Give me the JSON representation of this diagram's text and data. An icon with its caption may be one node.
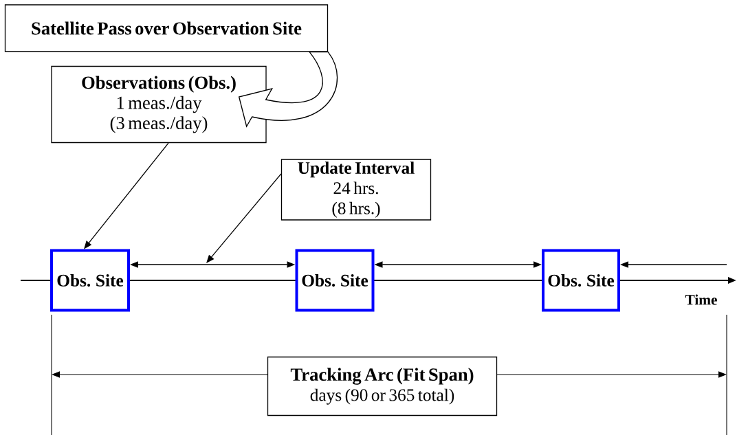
{
  "diagram": {
    "nodes": [
      {
        "text": [
          "Satellite Pass over Observation Site"
        ]
      },
      {
        "text": [
          "Observations (Obs.)",
          "1 meas./day",
          "(3 meas./day)"
        ]
      },
      {
        "text": [
          "Update Interval",
          "24 hrs.",
          "(8 hrs.)"
        ]
      },
      {
        "text": [
          "Obs. Site"
        ]
      },
      {
        "text": [
          "Obs. Site"
        ]
      },
      {
        "text": [
          "Obs. Site"
        ]
      },
      {
        "text": [
          "Tracking Arc (Fit Span)",
          "days (90 or 365 total)"
        ]
      }
    ],
    "edges": [
      {
        "from": 0,
        "to": 1,
        "arrow": "to",
        "style": "thick"
      },
      {
        "from": 1,
        "to": 3,
        "arrow": "to"
      },
      {
        "from": 2,
        "to": null,
        "arrow": "to"
      },
      {
        "from": 3,
        "to": 4,
        "arrow": "both"
      },
      {
        "from": 4,
        "to": 5,
        "arrow": "both"
      },
      {
        "from": null,
        "to": 5,
        "arrow": "to"
      }
    ],
    "labels": [
      "Time"
    ]
  }
}
